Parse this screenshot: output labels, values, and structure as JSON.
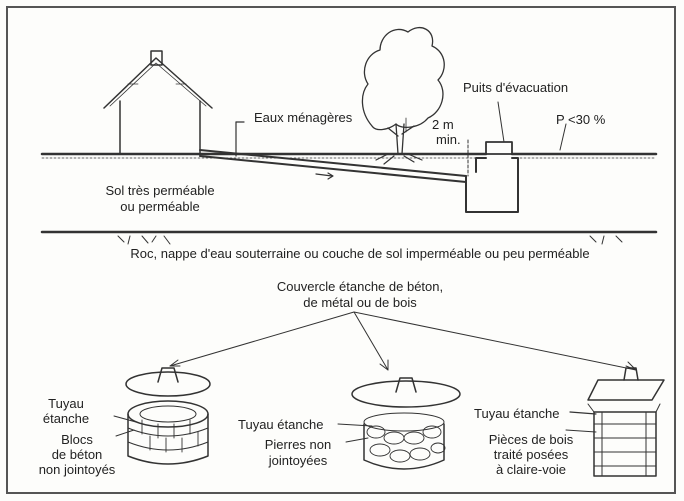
{
  "labels": {
    "wastewater": "Eaux ménagères",
    "distance": "2 m",
    "distance_min": "min.",
    "well": "Puits d'évacuation",
    "slope": "P <30 %",
    "soil_line1": "Sol très perméable",
    "soil_line2": "ou perméable",
    "bedrock": "Roc, nappe d'eau souterraine ou couche de sol imperméable ou peu perméable",
    "cover_line1": "Couvercle étanche de béton,",
    "cover_line2": "de métal ou de bois",
    "pipe_a_line1": "Tuyau",
    "pipe_a_line2": "étanche",
    "blocks_line1": "Blocs",
    "blocks_line2": "de béton",
    "blocks_line3": "non jointoyés",
    "pipe_b": "Tuyau étanche",
    "stones_line1": "Pierres non",
    "stones_line2": "jointoyées",
    "pipe_c": "Tuyau étanche",
    "wood_line1": "Pièces de bois",
    "wood_line2": "traité posées",
    "wood_line3": "à claire-voie"
  },
  "colors": {
    "ink": "#222222",
    "line": "#333333",
    "background": "#fdfdfb"
  }
}
